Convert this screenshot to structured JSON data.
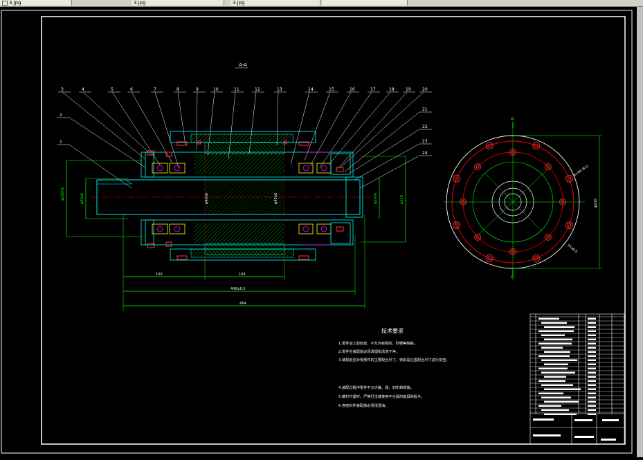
{
  "tabs": [
    {
      "label": "3.jpg"
    },
    {
      "label": "3.jpg"
    },
    {
      "label": "3.jpg"
    },
    {
      "label": ""
    }
  ],
  "drawing": {
    "section_label": "A-A",
    "part_numbers": [
      "1",
      "2",
      "3",
      "4",
      "5",
      "6",
      "7",
      "8",
      "9",
      "10",
      "11",
      "12",
      "13",
      "14",
      "15",
      "16",
      "17",
      "18",
      "19",
      "20",
      "21",
      "22",
      "23",
      "24"
    ],
    "view_mark": "A",
    "tech_title": "技术要求",
    "tech_notes": [
      "1.零件加工前检查，不允许有裂纹、砂眼等缺陷。",
      "2.零件在装配前必须清理和清洗干净。",
      "3.装配前应对零部件的主要配合尺寸，特别是过盈配合尺寸进行复查。",
      "4.装配过程中零件不允许磕、碰、划伤和锈蚀。",
      "5.螺钉拧紧时，严禁打击或使用不合适的旋具和扳手。",
      "6.各密封件装配前必须浸透油。"
    ]
  },
  "colors": {
    "frame": "#ffffff",
    "dimension": "#00ff00",
    "outline": "#00ffff",
    "hatch": "#00ff00",
    "center": "#ff0000",
    "bolt": "#ff3333",
    "bearing": "#ffff00",
    "part": "#ff00ff"
  }
}
